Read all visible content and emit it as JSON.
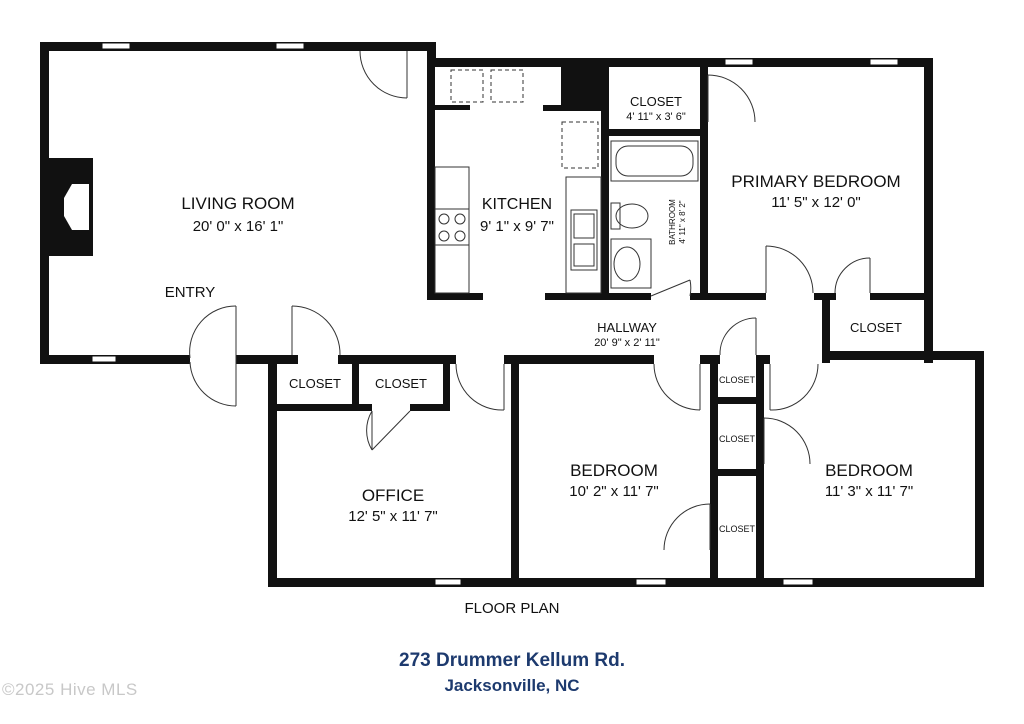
{
  "rooms": {
    "living": {
      "name": "LIVING ROOM",
      "dims": "20' 0\" x 16' 1\""
    },
    "kitchen": {
      "name": "KITCHEN",
      "dims": "9' 1\" x 9' 7\""
    },
    "closet_top": {
      "name": "CLOSET",
      "dims": "4' 11\" x 3' 6\""
    },
    "bathroom": {
      "name": "BATHROOM",
      "dims": "4' 11\" x 8' 2\""
    },
    "primary": {
      "name": "PRIMARY BEDROOM",
      "dims": "11' 5\" x 12' 0\""
    },
    "entry": {
      "name": "ENTRY"
    },
    "hallway": {
      "name": "HALLWAY",
      "dims": "20' 9\" x 2' 11\""
    },
    "closet_hall": {
      "name": "CLOSET"
    },
    "closet_a": {
      "name": "CLOSET"
    },
    "closet_b": {
      "name": "CLOSET"
    },
    "office": {
      "name": "OFFICE",
      "dims": "12' 5\" x 11' 7\""
    },
    "bedroom2": {
      "name": "BEDROOM",
      "dims": "10' 2\" x 11' 7\""
    },
    "closet_s1": {
      "name": "CLOSET"
    },
    "closet_s2": {
      "name": "CLOSET"
    },
    "closet_s3": {
      "name": "CLOSET"
    },
    "bedroom3": {
      "name": "BEDROOM",
      "dims": "11' 3\" x 11' 7\""
    }
  },
  "caption": "FLOOR PLAN",
  "address": "273 Drummer Kellum Rd.",
  "city": "Jacksonville, NC",
  "watermark": "©2025 Hive MLS"
}
